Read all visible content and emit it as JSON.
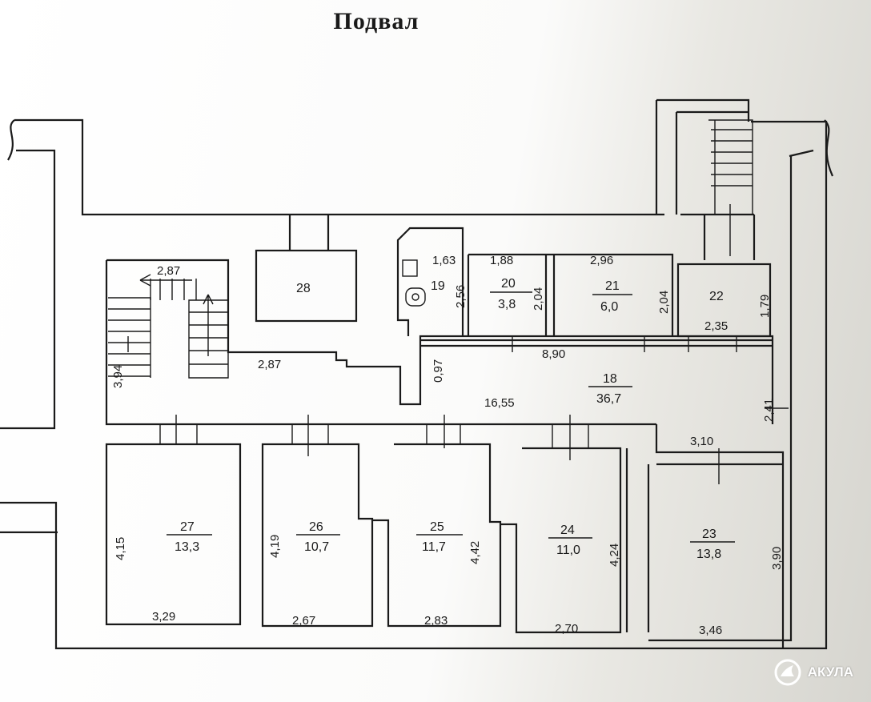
{
  "title": "Подвал",
  "watermark": "АКУЛА",
  "rooms": [
    {
      "number": "28",
      "area": ""
    },
    {
      "number": "19",
      "area": ""
    },
    {
      "number": "20",
      "area": "3,8"
    },
    {
      "number": "21",
      "area": "6,0"
    },
    {
      "number": "22",
      "area": ""
    },
    {
      "number": "18",
      "area": "36,7"
    },
    {
      "number": "27",
      "area": "13,3"
    },
    {
      "number": "26",
      "area": "10,7"
    },
    {
      "number": "25",
      "area": "11,7"
    },
    {
      "number": "24",
      "area": "11,0"
    },
    {
      "number": "23",
      "area": "13,8"
    }
  ],
  "dimensions": {
    "stair_top": "2,87",
    "stair_side": "3,94",
    "corridor_left": "2,87",
    "corridor_mid": "16,55",
    "corridor_gap": "0,97",
    "r19_top": "1,63",
    "r19_side": "2,56",
    "r20_top": "1,88",
    "r20_side": "2,04",
    "r21_top": "2,96",
    "r21_side": "2,04",
    "r22_bottom": "2,35",
    "r22_side": "1,79",
    "r18_top": "8,90",
    "r18_side": "2,41",
    "r23_top": "3,10",
    "r27_side": "4,15",
    "r27_bottom": "3,29",
    "r26_side": "4,19",
    "r26_bottom": "2,67",
    "r25_side": "4,42",
    "r25_bottom": "2,83",
    "r24_side": "4,24",
    "r24_bottom": "2,70",
    "r23_side": "3,90",
    "r23_bottom": "3,46"
  }
}
